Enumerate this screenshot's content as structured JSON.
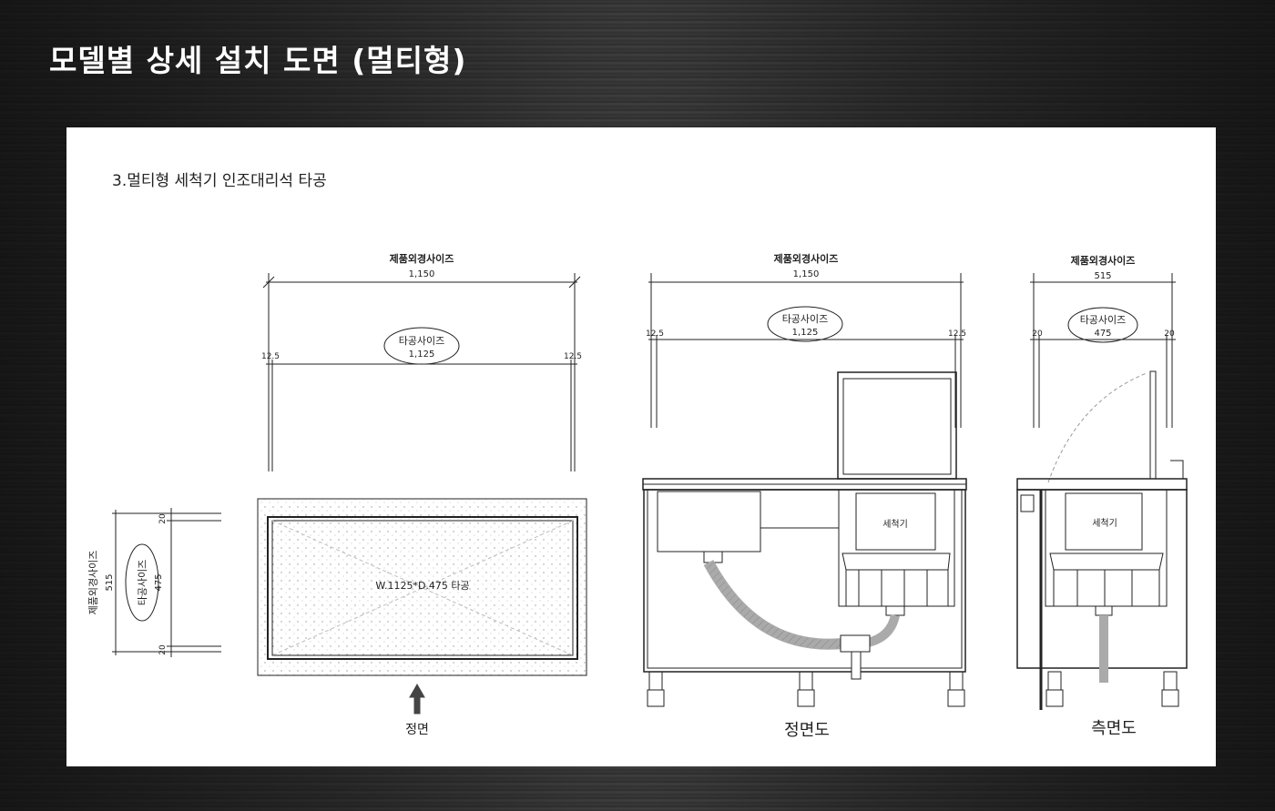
{
  "page_title": "모델별 상세 설치 도면 (멀티형)",
  "section_title": "3.멀티형 세척기 인조대리석 타공",
  "plan": {
    "width_label": "제품외경사이즈",
    "width_value": "1,150",
    "cut_label": "타공사이즈",
    "cut_value": "1,125",
    "margin_left": "12.5",
    "margin_right": "12.5",
    "depth_label": "제품외경사이즈",
    "depth_value": "515",
    "depth_cut_label": "타공사이즈",
    "depth_cut_value": "475",
    "depth_margin_top": "20",
    "depth_margin_bottom": "20",
    "hole_label": "W.1125*D.475 타공",
    "front_label": "정면"
  },
  "front_view": {
    "width_label": "제품외경사이즈",
    "width_value": "1,150",
    "cut_label": "타공사이즈",
    "cut_value": "1,125",
    "margin_left": "12.5",
    "margin_right": "12.5",
    "unit_label": "세척기",
    "caption": "정면도"
  },
  "side_view": {
    "width_label": "제품외경사이즈",
    "width_value": "515",
    "cut_label": "타공사이즈",
    "cut_value": "475",
    "margin_left": "20",
    "margin_right": "20",
    "unit_label": "세척기",
    "caption": "측면도"
  }
}
